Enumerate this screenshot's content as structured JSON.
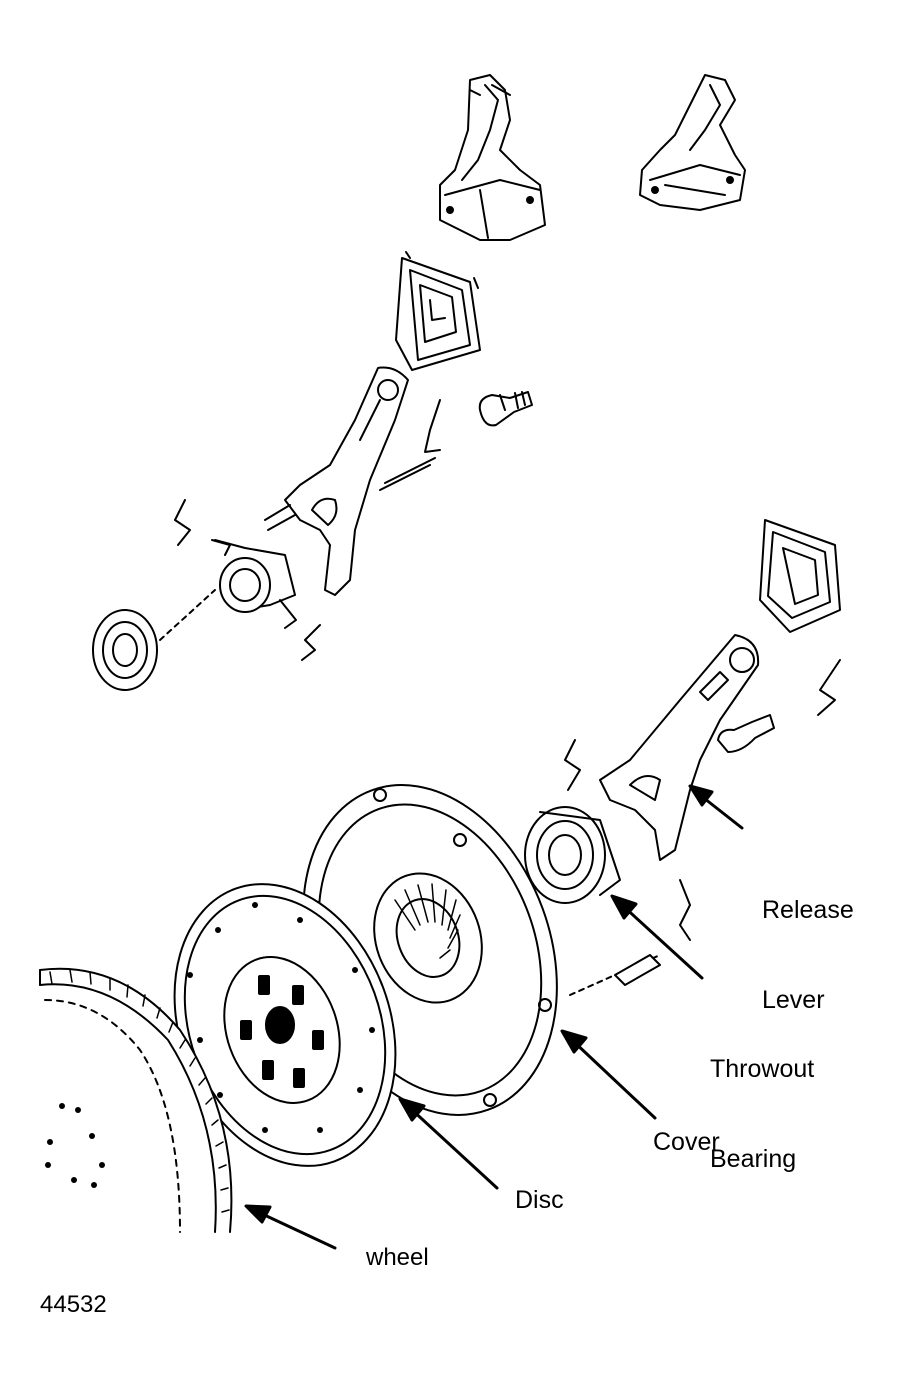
{
  "figure_number": "44532",
  "labels": {
    "release_lever": [
      "Release",
      "Lever"
    ],
    "throwout_bearing": [
      "Throwout",
      "Bearing"
    ],
    "cover": "Cover",
    "disc": "Disc",
    "flywheel": "wheel"
  }
}
